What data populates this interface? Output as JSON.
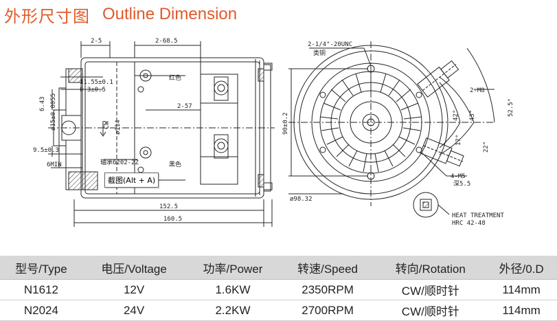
{
  "title": {
    "cn": "外形尺寸图",
    "en": "Outline Dimension"
  },
  "drawing": {
    "dims": {
      "d_2_5": "2-5",
      "d_2_68_5": "2-68.5",
      "d_2_57": "2-57",
      "d_11_55": "11.55±0.1",
      "d_8_3": "8.3±0.5",
      "d_6_43": "6.43",
      "d_15": "ø15±0.0055",
      "d_114": "ø114",
      "cw": "CW",
      "d_9_5": "9.5±0.3",
      "d_6min": "6MIN",
      "bearing": "轴承6202-2Z",
      "red": "红色",
      "black": "黑色",
      "d_152_5": "152.5",
      "d_160_5": "160.5",
      "thread": "2-1/4\"-20UNC",
      "thread_sub": "类铜",
      "d_2_m8": "2-M8",
      "d_52_5": "52.5°",
      "d_43": "43°",
      "d_42": "42°",
      "d_17": "17°",
      "d_22": "22°",
      "d_90": "90±0.2",
      "d_98_32": "ø98.32",
      "d_4_m5": "4-M5",
      "d_4_m5_sub": "深5.5",
      "heat1": "HEAT TREATMENT",
      "heat2": "HRC 42-48"
    }
  },
  "tooltip": "截图(Alt + A)",
  "table": {
    "headers": [
      "型号/Type",
      "电压/Voltage",
      "功率/Power",
      "转速/Speed",
      "转向/Rotation",
      "外径/0.D"
    ],
    "rows": [
      [
        "N1612",
        "12V",
        "1.6KW",
        "2350RPM",
        "CW/顺时针",
        "114mm"
      ],
      [
        "N2024",
        "24V",
        "2.2KW",
        "2700RPM",
        "CW/顺时针",
        "114mm"
      ]
    ]
  }
}
